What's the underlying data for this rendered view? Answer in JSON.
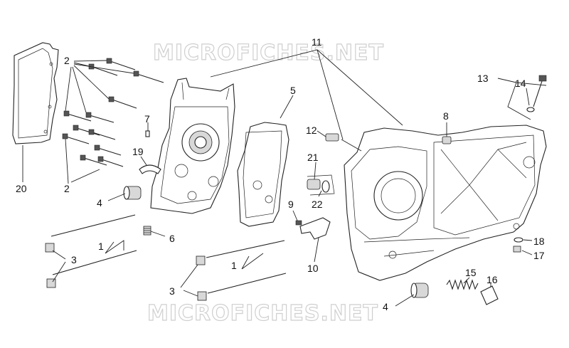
{
  "watermark": {
    "top": "MICROFICHES.NET",
    "bottom": "MICROFICHES.NET"
  },
  "callouts": {
    "c1a": "1",
    "c1b": "1",
    "c2a": "2",
    "c2b": "2",
    "c3a": "3",
    "c3b": "3",
    "c4a": "4",
    "c4b": "4",
    "c5": "5",
    "c6": "6",
    "c7": "7",
    "c8": "8",
    "c9": "9",
    "c10": "10",
    "c11": "11",
    "c12": "12",
    "c13": "13",
    "c14": "14",
    "c15": "15",
    "c16": "16",
    "c17": "17",
    "c18": "18",
    "c19": "19",
    "c20": "20",
    "c21": "21",
    "c22": "22"
  }
}
